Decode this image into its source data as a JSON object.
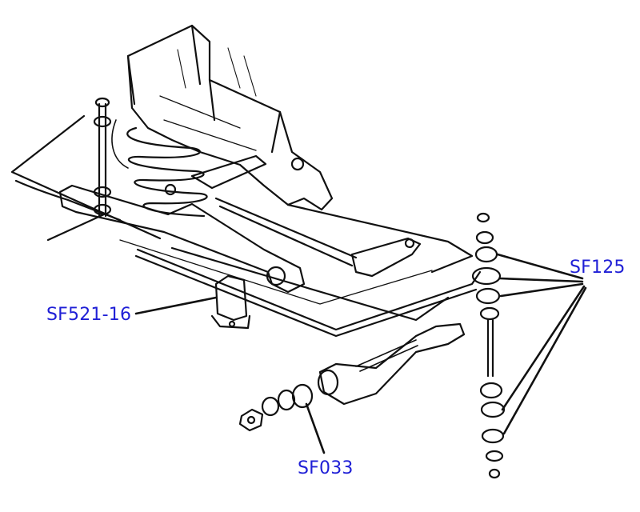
{
  "labels": {
    "sf125": "SF125",
    "sf521": "SF521-16",
    "sf033": "SF033"
  },
  "colors": {
    "label_text": "#1f1fd6",
    "ink": "#111111",
    "paper": "#ffffff"
  }
}
